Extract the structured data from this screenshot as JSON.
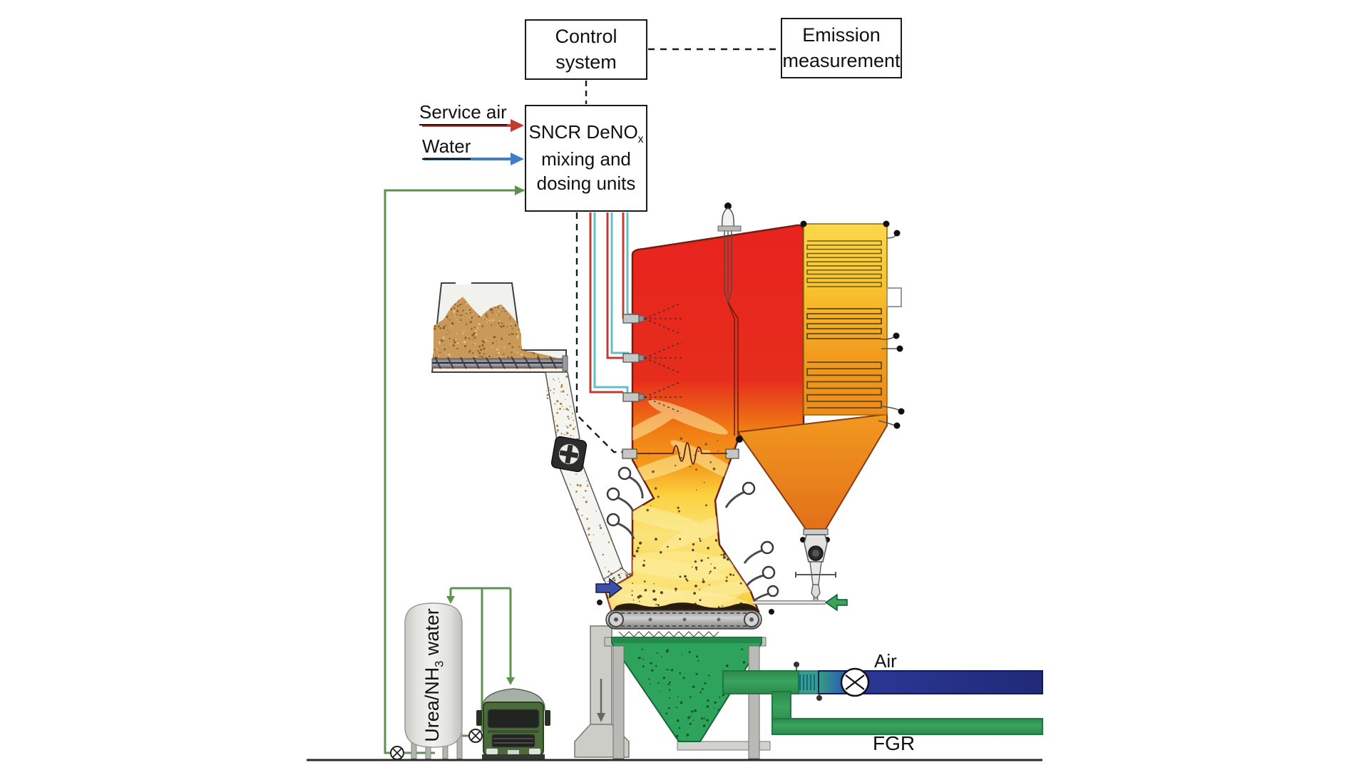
{
  "boxes": {
    "control": {
      "line1": "Control",
      "line2": "system"
    },
    "emission": {
      "line1": "Emission",
      "line2": "measurement"
    },
    "sncr": {
      "line1_main": "SNCR DeNO",
      "line1_sub": "x",
      "line2": "mixing and",
      "line3": "dosing units"
    }
  },
  "labels": {
    "service_air": "Service air",
    "water": "Water",
    "air": "Air",
    "fgr": "FGR",
    "tank_prefix": "Urea/NH",
    "tank_sub": "3",
    "tank_suffix": " water"
  },
  "colors": {
    "service_air_arrow": "#c23b33",
    "water_arrow": "#3f7fc1",
    "reagent_line": "#5f9150",
    "sncr_pipe_red": "#c23b33",
    "sncr_pipe_teal": "#62c0c6",
    "furnace_red": "#e8231e",
    "furnace_orange": "#f07d14",
    "flame_yellow": "#fbd23f",
    "coil_yellow": "#fbd84a",
    "coil_orange": "#ee8a1c",
    "ash_hopper_green": "#2ea35b",
    "air_duct_blue": "#2b3794",
    "fgr_duct_green": "#3aa35e",
    "fuel_brown": "#c9995a",
    "fuel_feed_arrow": "#3c50a8"
  }
}
